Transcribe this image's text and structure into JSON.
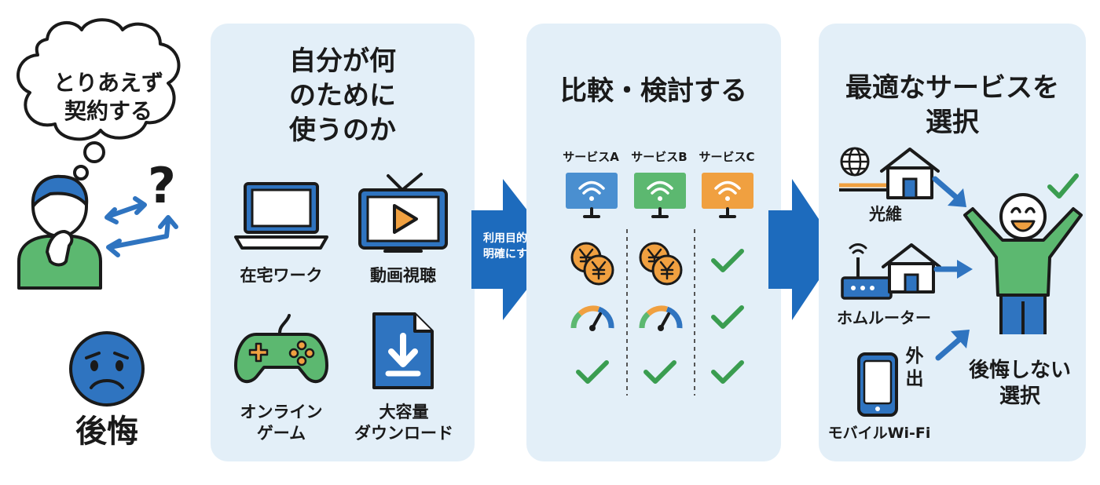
{
  "left": {
    "thought": [
      "とりあえず",
      "契約する"
    ],
    "question_mark": "?",
    "regret_label": "後悔"
  },
  "panel1": {
    "title": [
      "自分が何",
      "のために",
      "使うのか"
    ],
    "items": [
      {
        "label": [
          "在宅ワーク"
        ]
      },
      {
        "label": [
          "動画視聴"
        ]
      },
      {
        "label": [
          "オンライン",
          "ゲーム"
        ]
      },
      {
        "label": [
          "大容量",
          "ダウンロード"
        ]
      }
    ]
  },
  "arrow1_label": [
    "利用目的を",
    "明確にする"
  ],
  "panel2": {
    "title": "比較・検討する",
    "services": [
      {
        "name": "サービスA",
        "color": "#4a8fd0"
      },
      {
        "name": "サービスB",
        "color": "#5cb870"
      },
      {
        "name": "サービスC",
        "color": "#f0a040"
      }
    ]
  },
  "panel3": {
    "title": [
      "最適なサービスを",
      "選択"
    ],
    "options": [
      {
        "label": "光維"
      },
      {
        "label": "ホムルーター"
      },
      {
        "label": "モバイルWi-Fi",
        "side_label": [
          "外",
          "出"
        ]
      }
    ],
    "result_label": [
      "後悔しない",
      "選択"
    ]
  },
  "colors": {
    "blue": "#2f74c0",
    "green": "#5cb870",
    "orange": "#f0a040",
    "panel": "#e3eff8",
    "dark": "#1a1a1a"
  }
}
